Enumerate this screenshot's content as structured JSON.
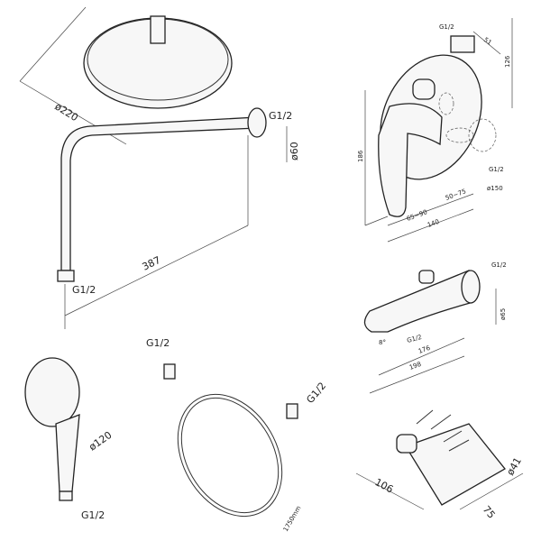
{
  "rain_shower": {
    "diameter": "ø220",
    "arm_length": "387",
    "arm_thread": "G1/2",
    "wall_thread": "G1/2",
    "flange": "ø60"
  },
  "mixer": {
    "top_thread": "G1/2",
    "depth": "51",
    "height_top": "126",
    "height": "186",
    "outlet_thread": "G1/2",
    "plate": "ø150",
    "range1": "50~75",
    "range2": "65~90",
    "width": "140"
  },
  "spout": {
    "thread_wall": "G1/2",
    "flange": "ø65",
    "angle": "8°",
    "thread_bottom": "G1/2",
    "length1": "176",
    "length2": "198"
  },
  "hand_shower": {
    "diameter": "ø120",
    "thread": "G1/2"
  },
  "hose": {
    "thread_top": "G1/2",
    "thread_right": "G1/2",
    "length": "1750mm"
  },
  "holder": {
    "diameter": "ø41",
    "length": "106",
    "width": "75"
  }
}
